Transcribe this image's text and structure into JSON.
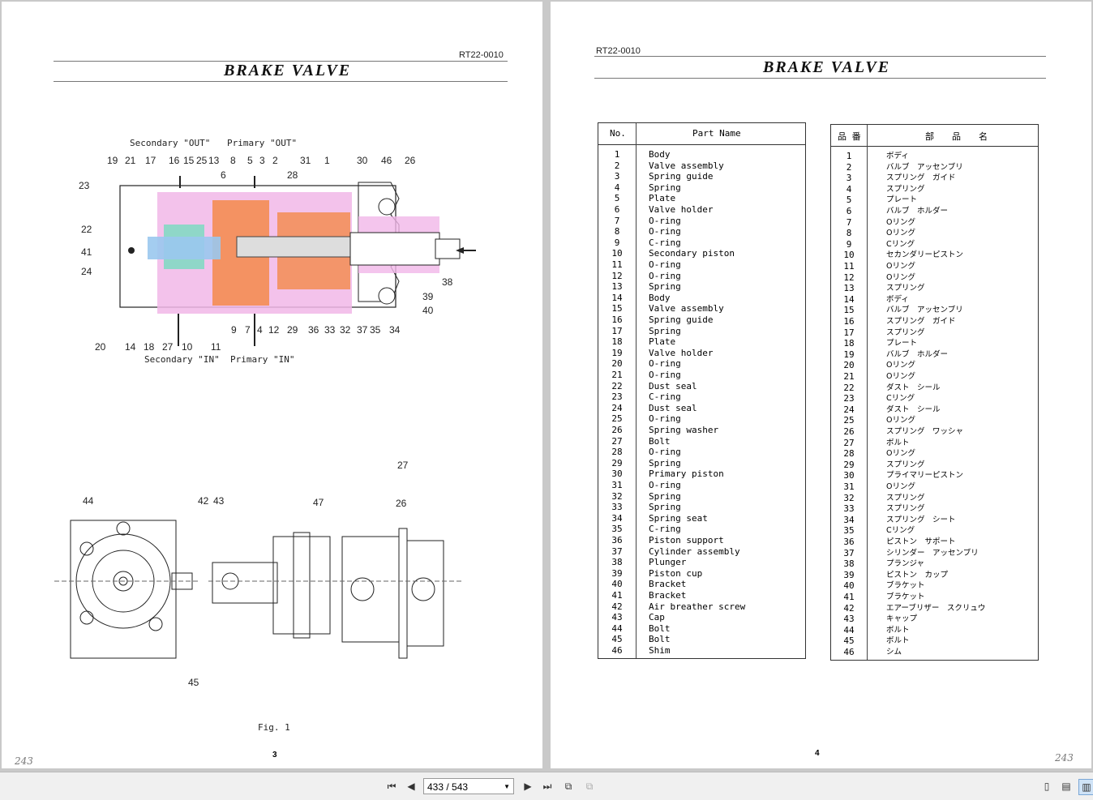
{
  "left_page": {
    "doc_code": "RT22-0010",
    "title": "BRAKE VALVE",
    "labels": {
      "secondary_out": "Secondary \"OUT\"",
      "primary_out": "Primary \"OUT\"",
      "secondary_in": "Secondary \"IN\"",
      "primary_in": "Primary \"IN\""
    },
    "callouts_top": [
      "19",
      "21",
      "17",
      "16",
      "15",
      "25",
      "13",
      "6",
      "8",
      "5",
      "3",
      "2",
      "28",
      "31",
      "1",
      "30",
      "46",
      "26"
    ],
    "callouts_left": [
      "23",
      "22",
      "41",
      "24"
    ],
    "callouts_right": [
      "38",
      "39",
      "40"
    ],
    "callouts_bottom": [
      "20",
      "14",
      "18",
      "27",
      "10",
      "11",
      "9",
      "7",
      "4",
      "12",
      "29",
      "36",
      "33",
      "32",
      "37",
      "35",
      "34"
    ],
    "callouts_lower": [
      "44",
      "42",
      "43",
      "47",
      "27",
      "26",
      "45"
    ],
    "fig_caption": "Fig. 1",
    "page_number": "3",
    "handwritten": "243"
  },
  "right_page": {
    "doc_code": "RT22-0010",
    "title": "BRAKE VALVE",
    "table_en": {
      "col_no": "No.",
      "col_name": "Part Name",
      "rows": [
        [
          "1",
          "Body"
        ],
        [
          "2",
          "Valve assembly"
        ],
        [
          "3",
          "Spring guide"
        ],
        [
          "4",
          "Spring"
        ],
        [
          "5",
          "Plate"
        ],
        [
          "6",
          "Valve holder"
        ],
        [
          "7",
          "O-ring"
        ],
        [
          "8",
          "O-ring"
        ],
        [
          "9",
          "C-ring"
        ],
        [
          "10",
          "Secondary piston"
        ],
        [
          "11",
          "O-ring"
        ],
        [
          "12",
          "O-ring"
        ],
        [
          "13",
          "Spring"
        ],
        [
          "14",
          "Body"
        ],
        [
          "15",
          "Valve assembly"
        ],
        [
          "16",
          "Spring guide"
        ],
        [
          "17",
          "Spring"
        ],
        [
          "18",
          "Plate"
        ],
        [
          "19",
          "Valve holder"
        ],
        [
          "20",
          "O-ring"
        ],
        [
          "21",
          "O-ring"
        ],
        [
          "22",
          "Dust seal"
        ],
        [
          "23",
          "C-ring"
        ],
        [
          "24",
          "Dust seal"
        ],
        [
          "25",
          "O-ring"
        ],
        [
          "26",
          "Spring washer"
        ],
        [
          "27",
          "Bolt"
        ],
        [
          "28",
          "O-ring"
        ],
        [
          "29",
          "Spring"
        ],
        [
          "30",
          "Primary piston"
        ],
        [
          "31",
          "O-ring"
        ],
        [
          "32",
          "Spring"
        ],
        [
          "33",
          "Spring"
        ],
        [
          "34",
          "Spring seat"
        ],
        [
          "35",
          "C-ring"
        ],
        [
          "36",
          "Piston support"
        ],
        [
          "37",
          "Cylinder assembly"
        ],
        [
          "38",
          "Plunger"
        ],
        [
          "39",
          "Piston cup"
        ],
        [
          "40",
          "Bracket"
        ],
        [
          "41",
          "Bracket"
        ],
        [
          "42",
          "Air breather screw"
        ],
        [
          "43",
          "Cap"
        ],
        [
          "44",
          "Bolt"
        ],
        [
          "45",
          "Bolt"
        ],
        [
          "46",
          "Shim"
        ]
      ]
    },
    "table_jp": {
      "col_no": "品 番",
      "col_name": "部　　品　　名",
      "rows": [
        [
          "1",
          "ボディ"
        ],
        [
          "2",
          "バルブ　アッセンブリ"
        ],
        [
          "3",
          "スプリング　ガイド"
        ],
        [
          "4",
          "スプリング"
        ],
        [
          "5",
          "プレート"
        ],
        [
          "6",
          "バルブ　ホルダー"
        ],
        [
          "7",
          "Oリング"
        ],
        [
          "8",
          "Oリング"
        ],
        [
          "9",
          "Cリング"
        ],
        [
          "10",
          "セカンダリーピストン"
        ],
        [
          "11",
          "Oリング"
        ],
        [
          "12",
          "Oリング"
        ],
        [
          "13",
          "スプリング"
        ],
        [
          "14",
          "ボディ"
        ],
        [
          "15",
          "バルブ　アッセンブリ"
        ],
        [
          "16",
          "スプリング　ガイド"
        ],
        [
          "17",
          "スプリング"
        ],
        [
          "18",
          "プレート"
        ],
        [
          "19",
          "バルブ　ホルダー"
        ],
        [
          "20",
          "Oリング"
        ],
        [
          "21",
          "Oリング"
        ],
        [
          "22",
          "ダスト　シール"
        ],
        [
          "23",
          "Cリング"
        ],
        [
          "24",
          "ダスト　シール"
        ],
        [
          "25",
          "Oリング"
        ],
        [
          "26",
          "スプリング　ワッシャ"
        ],
        [
          "27",
          "ボルト"
        ],
        [
          "28",
          "Oリング"
        ],
        [
          "29",
          "スプリング"
        ],
        [
          "30",
          "プライマリーピストン"
        ],
        [
          "31",
          "Oリング"
        ],
        [
          "32",
          "スプリング"
        ],
        [
          "33",
          "スプリング"
        ],
        [
          "34",
          "スプリング　シート"
        ],
        [
          "35",
          "Cリング"
        ],
        [
          "36",
          "ピストン　サポート"
        ],
        [
          "37",
          "シリンダー　アッセンブリ"
        ],
        [
          "38",
          "プランジャ"
        ],
        [
          "39",
          "ピストン　カップ"
        ],
        [
          "40",
          "ブラケット"
        ],
        [
          "41",
          "ブラケット"
        ],
        [
          "42",
          "エアーブリザー　スクリュウ"
        ],
        [
          "43",
          "キャップ"
        ],
        [
          "44",
          "ボルト"
        ],
        [
          "45",
          "ボルト"
        ],
        [
          "46",
          "シム"
        ]
      ]
    },
    "page_number": "4",
    "handwritten": "243"
  },
  "toolbar": {
    "page_indicator": "433 / 543"
  }
}
